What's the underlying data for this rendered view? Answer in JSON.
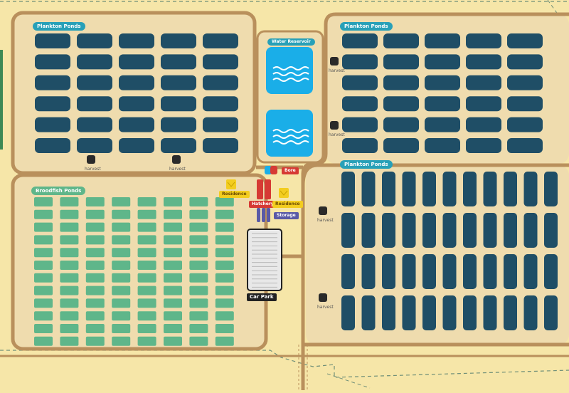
{
  "colors": {
    "ground": "#f6e6a8",
    "sand": "#efdcae",
    "path": "#b9905c",
    "plankton_pond": "#1f4e66",
    "broodfish_pond": "#5fb68a",
    "label_bg": "#28a0b8",
    "broodfish_label_bg": "#5fb68a",
    "reservoir": "#1aaee8",
    "residence": "#f3cd1f",
    "hatchery": "#d63a34",
    "storage": "#5a5aa6",
    "bore": "#d63a34"
  },
  "zones": {
    "plankton_top_left": {
      "label": "Plankton Ponds",
      "rows": 6,
      "cols": 5
    },
    "plankton_top_right": {
      "label": "Plankton Ponds",
      "rows": 6,
      "cols": 5
    },
    "plankton_bottom_right": {
      "label": "Plankton Ponds",
      "rows": 4,
      "cols": 11
    },
    "broodfish": {
      "label": "Broodfish Ponds",
      "rows": 12,
      "cols": 8
    },
    "water_reservoir": {
      "label": "Water Reservoir",
      "tanks": 2
    }
  },
  "facilities": {
    "bore": "Bore",
    "hatchery": "Hatchery",
    "residence_left": "Residence",
    "residence_right": "Residence",
    "storage": "Storage",
    "car_park": "Car Park"
  },
  "harvest_label": "harvest",
  "harvest_points": [
    "harvest",
    "harvest",
    "harvest",
    "harvest",
    "harvest",
    "harvest"
  ]
}
